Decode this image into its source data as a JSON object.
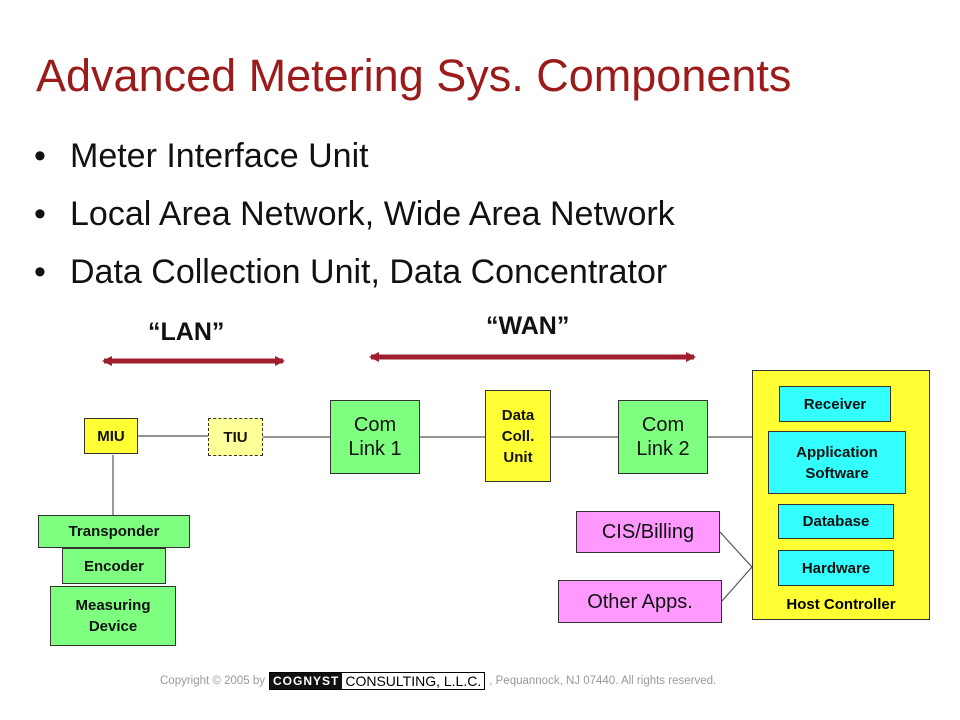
{
  "title": "Advanced Metering Sys. Components",
  "bullets": [
    {
      "dot": "•",
      "text": "Meter Interface Unit"
    },
    {
      "dot": "•",
      "text": "Local Area Network, Wide Area Network"
    },
    {
      "dot": "•",
      "text": "Data Collection Unit, Data Concentrator"
    }
  ],
  "diagram": {
    "lan_label": "“LAN”",
    "wan_label": "“WAN”",
    "miu": "MIU",
    "tiu": "TIU",
    "transponder": "Transponder",
    "encoder": "Encoder",
    "measuring_device": [
      "Measuring",
      "Device"
    ],
    "com_link_1": [
      "Com",
      "Link 1"
    ],
    "data_coll_unit": [
      "Data",
      "Coll.",
      "Unit"
    ],
    "com_link_2": [
      "Com",
      "Link 2"
    ],
    "cis_billing": "CIS/Billing",
    "other_apps": "Other Apps.",
    "host": {
      "receiver": "Receiver",
      "application_software": [
        "Application",
        "Software"
      ],
      "database": "Database",
      "hardware": "Hardware",
      "label": "Host Controller"
    },
    "colors": {
      "green": "#7fff7f",
      "yellow": "#ffff33",
      "cyan": "#33ffff",
      "pink": "#ff99ff",
      "arrow": "#a01f2f",
      "title": "#9b1b1b"
    }
  },
  "footer": {
    "copyright": "Copyright © 2005 by",
    "logo_dark": "COGNYST",
    "logo_light": "CONSULTING, L.L.C.",
    "rest": ", Pequannock, NJ 07440.  All rights reserved."
  }
}
